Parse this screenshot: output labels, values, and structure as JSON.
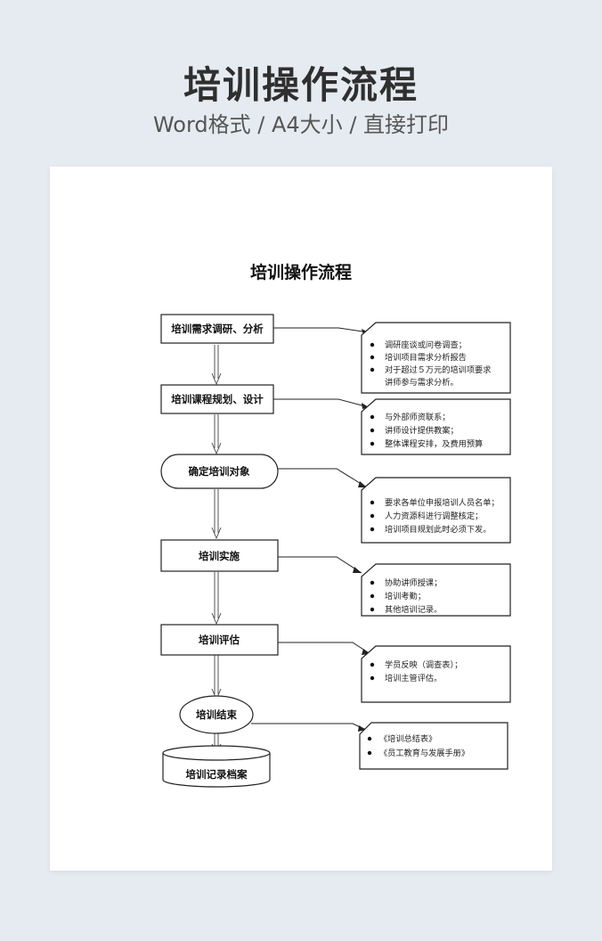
{
  "banner": {
    "title": "培训操作流程",
    "subtitle": "Word格式 / A4大小 / 直接打印"
  },
  "document": {
    "title": "培训操作流程",
    "steps": [
      {
        "label": "培训需求调研、分析",
        "shape": "rectangle"
      },
      {
        "label": "培训课程规划、设计",
        "shape": "rectangle"
      },
      {
        "label": "确定培训对象",
        "shape": "rounded"
      },
      {
        "label": "培训实施",
        "shape": "rectangle"
      },
      {
        "label": "培训评估",
        "shape": "rectangle"
      },
      {
        "label": "培训结束",
        "shape": "ellipse"
      },
      {
        "label": "培训记录档案",
        "shape": "cylinder"
      }
    ],
    "notes": [
      {
        "lines": [
          "调研座谈或问卷调查；",
          "培训项目需求分析报告",
          "对于超过５万元的培训项要求",
          "讲师参与需求分析。"
        ]
      },
      {
        "lines": [
          "与外部师资联系；",
          "讲师设计提供教案；",
          "整体课程安排，及费用预算"
        ]
      },
      {
        "lines": [
          "要求各单位申报培训人员名单；",
          "人力资源科进行调整核定；",
          "培训项目规划此时必须下发。"
        ]
      },
      {
        "lines": [
          "协助讲师授课；",
          "培训考勤；",
          "其他培训记录。"
        ]
      },
      {
        "lines": [
          "学员反映（调查表）；",
          "培训主管评估。"
        ]
      },
      {
        "lines": [
          "《培训总结表》",
          "《员工教育与发展手册》"
        ]
      }
    ]
  }
}
